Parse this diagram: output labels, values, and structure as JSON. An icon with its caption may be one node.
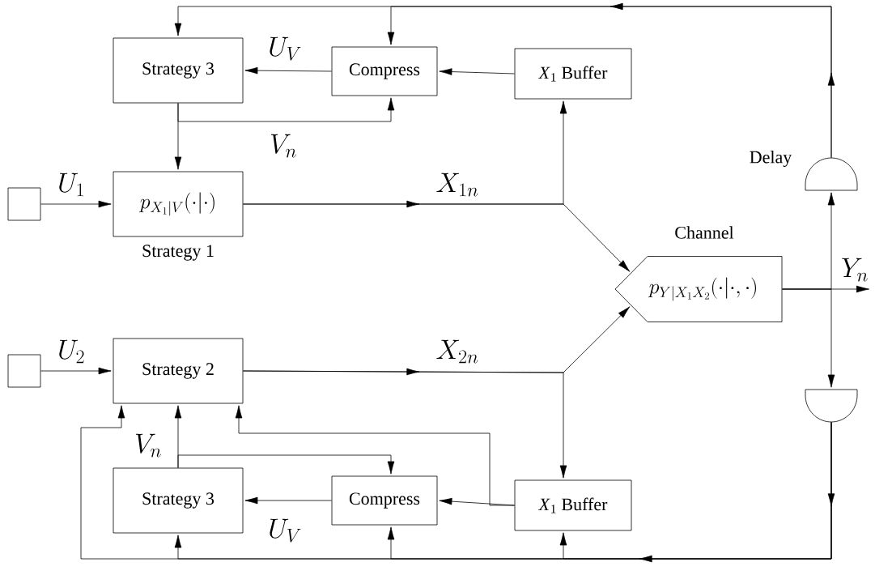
{
  "diagram": {
    "nodes": [
      {
        "text": [
          "Strategy 3"
        ]
      },
      {
        "text": [
          "Compress"
        ]
      },
      {
        "text": [
          "*X*$_{1}$ Buffer"
        ]
      },
      {
        "text": [],
        "shape": "box"
      },
      {
        "text": [
          "p_{X_1|V}(\\cdot|\\cdot)"
        ],
        "beside": [
          "Strategy 1"
        ]
      },
      {
        "text": [],
        "shape": "semicircle",
        "beside": [
          "Delay"
        ]
      },
      {
        "text": [
          "p_{Y|X_1X_2}(\\cdot|\\cdot,\\cdot)"
        ],
        "beside": [
          "Channel"
        ]
      },
      {
        "text": [],
        "shape": "box"
      },
      {
        "text": [
          "Strategy 2"
        ]
      },
      {
        "text": [],
        "shape": "semicircle"
      },
      {
        "text": [
          "Strategy 3"
        ]
      },
      {
        "text": [
          "Compress"
        ]
      },
      {
        "text": [
          "*X*$_{1}$ Buffer"
        ]
      }
    ],
    "edges": [
      {
        "from": 3,
        "to": 4,
        "arrow": "to",
        "label": "U_1"
      },
      {
        "from": 4,
        "to": 6,
        "arrow": "to",
        "label": "X_{1n}"
      },
      {
        "from": 4,
        "to": 2,
        "arrow": "to"
      },
      {
        "from": 0,
        "to": 4,
        "arrow": "to"
      },
      {
        "from": 0,
        "to": 1,
        "arrow": "to",
        "label": "V_n"
      },
      {
        "from": 1,
        "to": 0,
        "arrow": "to",
        "label": "U_V"
      },
      {
        "from": 2,
        "to": 1,
        "arrow": "to"
      },
      {
        "from": 6,
        "to": null,
        "arrow": "to",
        "label": "Y_n"
      },
      {
        "from": 6,
        "to": 5,
        "arrow": "to"
      },
      {
        "from": 5,
        "to": 0,
        "arrow": "to"
      },
      {
        "from": 5,
        "to": 1,
        "arrow": "to"
      },
      {
        "from": 6,
        "to": 9,
        "arrow": "to"
      },
      {
        "from": 9,
        "to": 12,
        "arrow": "to"
      },
      {
        "from": 9,
        "to": 11,
        "arrow": "to"
      },
      {
        "from": 9,
        "to": 10,
        "arrow": "to"
      },
      {
        "from": 9,
        "to": 8,
        "arrow": "to"
      },
      {
        "from": 7,
        "to": 8,
        "arrow": "to",
        "label": "U_2"
      },
      {
        "from": 8,
        "to": 6,
        "arrow": "to",
        "label": "X_{2n}"
      },
      {
        "from": 8,
        "to": 12,
        "arrow": "to"
      },
      {
        "from": 12,
        "to": 11,
        "arrow": "to"
      },
      {
        "from": 12,
        "to": 8,
        "arrow": "to"
      },
      {
        "from": 11,
        "to": 10,
        "arrow": "to",
        "label": "U_V"
      },
      {
        "from": 10,
        "to": 8,
        "arrow": "to",
        "label": "V_n"
      },
      {
        "from": 10,
        "to": 11,
        "arrow": "to"
      }
    ]
  }
}
